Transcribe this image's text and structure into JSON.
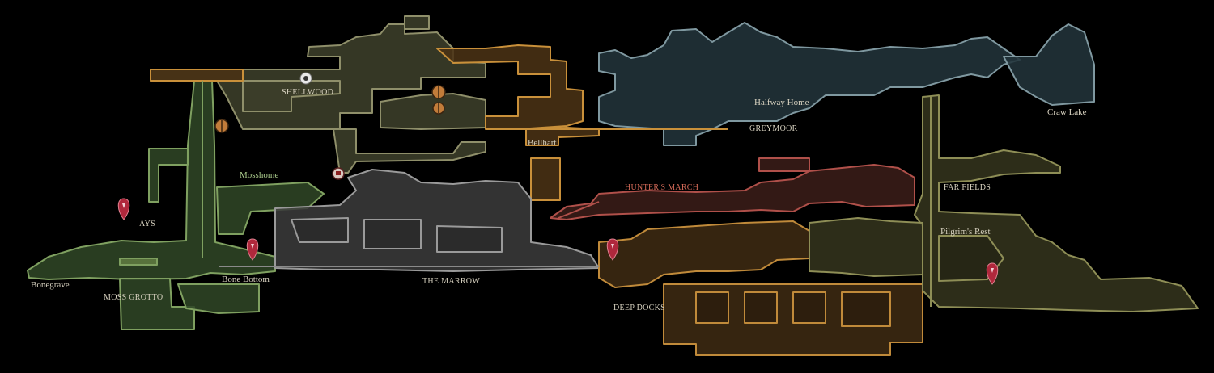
{
  "map": {
    "colors": {
      "background": "#000000",
      "moss": "#2f4626",
      "moss_edge": "#7fa060",
      "shellwood": "#3c3f2a",
      "shellwood_edge": "#8f8f6a",
      "bellhart": "#4a3215",
      "bellhart_edge": "#c9903a",
      "greymoor": "#22333a",
      "greymoor_edge": "#7f98a0",
      "marrow": "#3a3a3a",
      "marrow_edge": "#9a9a9a",
      "hunters": "#3a1c18",
      "hunters_edge": "#b0504a",
      "docks": "#3e2a12",
      "docks_edge": "#c08a3a",
      "fields": "#33331c",
      "fields_edge": "#8e8e56",
      "pin": "#b0283c",
      "bench": "#c27c3a"
    },
    "labels": {
      "shellwood": "SHELLWOOD",
      "bellhart": "Bellhart",
      "halfway_home": "Halfway Home",
      "greymoor": "GREYMOOR",
      "craw_lake": "Craw Lake",
      "mosshome": "Mosshome",
      "ays": "AYS",
      "hunters_march": "HUNTER'S MARCH",
      "far_fields": "FAR FIELDS",
      "pilgrims_rest": "Pilgrim's Rest",
      "bonegrave": "Bonegrave",
      "moss_grotto": "MOSS GROTTO",
      "bone_bottom": "Bone Bottom",
      "the_marrow": "THE MARROW",
      "deep_docks": "DEEP DOCKS"
    },
    "markers": [
      {
        "icon": "map-pin-icon"
      },
      {
        "icon": "map-pin-icon"
      },
      {
        "icon": "map-pin-icon"
      },
      {
        "icon": "map-pin-icon"
      },
      {
        "icon": "bench-icon"
      },
      {
        "icon": "bench-icon"
      },
      {
        "icon": "bench-icon"
      },
      {
        "icon": "player-compass-icon"
      },
      {
        "icon": "vendor-icon"
      }
    ]
  }
}
